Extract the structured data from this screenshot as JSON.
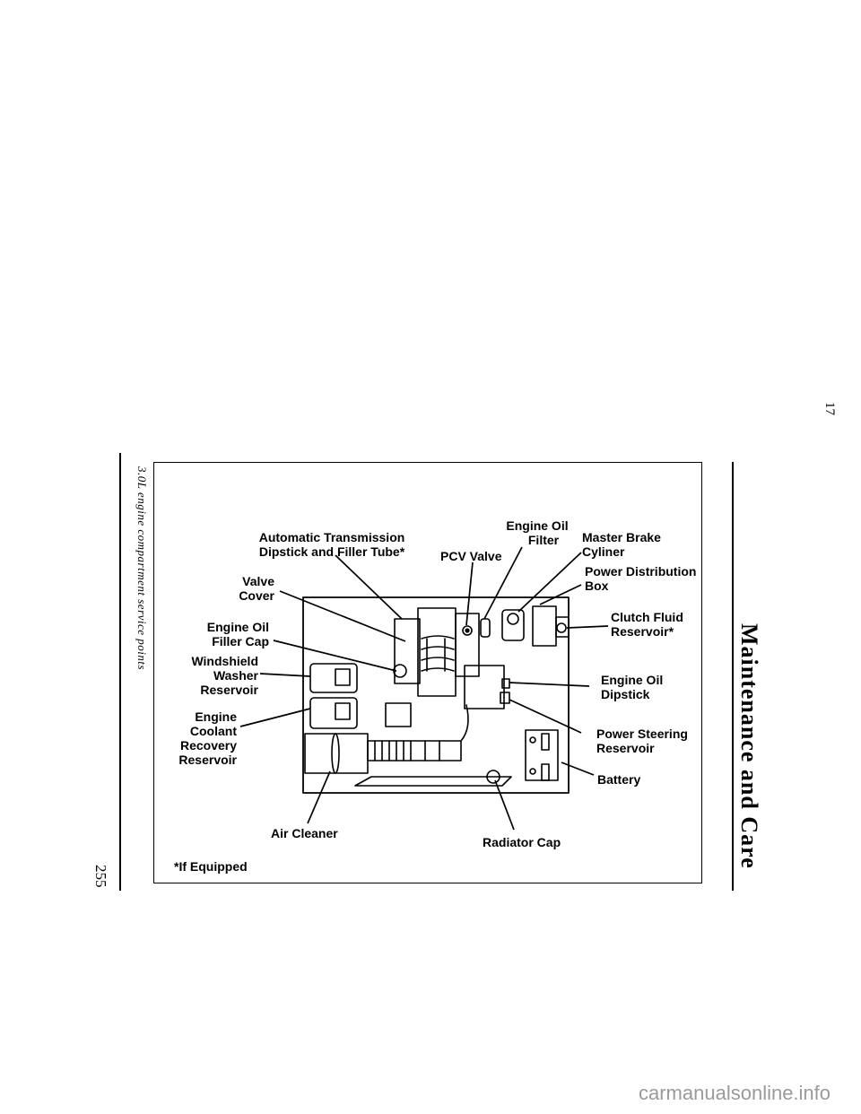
{
  "page": {
    "corner_number": "17",
    "section_title": "Maintenance and Care",
    "figure_caption": "3.0L engine compartment service points",
    "page_number": "255",
    "watermark": "carmanualsonline.info"
  },
  "figure": {
    "footnote": "*If Equipped",
    "labels": {
      "auto_trans": [
        "Automatic Transmission",
        "Dipstick and Filler Tube*"
      ],
      "valve_cover": [
        "Valve",
        "Cover"
      ],
      "oil_filler": [
        "Engine Oil",
        "Filler Cap"
      ],
      "washer": [
        "Windshield",
        "Washer",
        "Reservoir"
      ],
      "coolant": [
        "Engine",
        "Coolant",
        "Recovery",
        "Reservoir"
      ],
      "pcv": "PCV Valve",
      "oil_filter": [
        "Engine Oil",
        "Filter"
      ],
      "brake": [
        "Master Brake",
        "Cyliner"
      ],
      "power_dist": [
        "Power Distribution",
        "Box"
      ],
      "clutch": [
        "Clutch Fluid",
        "Reservoir*"
      ],
      "oil_dipstick": [
        "Engine Oil",
        "Dipstick"
      ],
      "power_steering": [
        "Power Steering",
        "Reservoir"
      ],
      "battery": "Battery",
      "air_cleaner": "Air Cleaner",
      "radiator": "Radiator Cap"
    }
  }
}
